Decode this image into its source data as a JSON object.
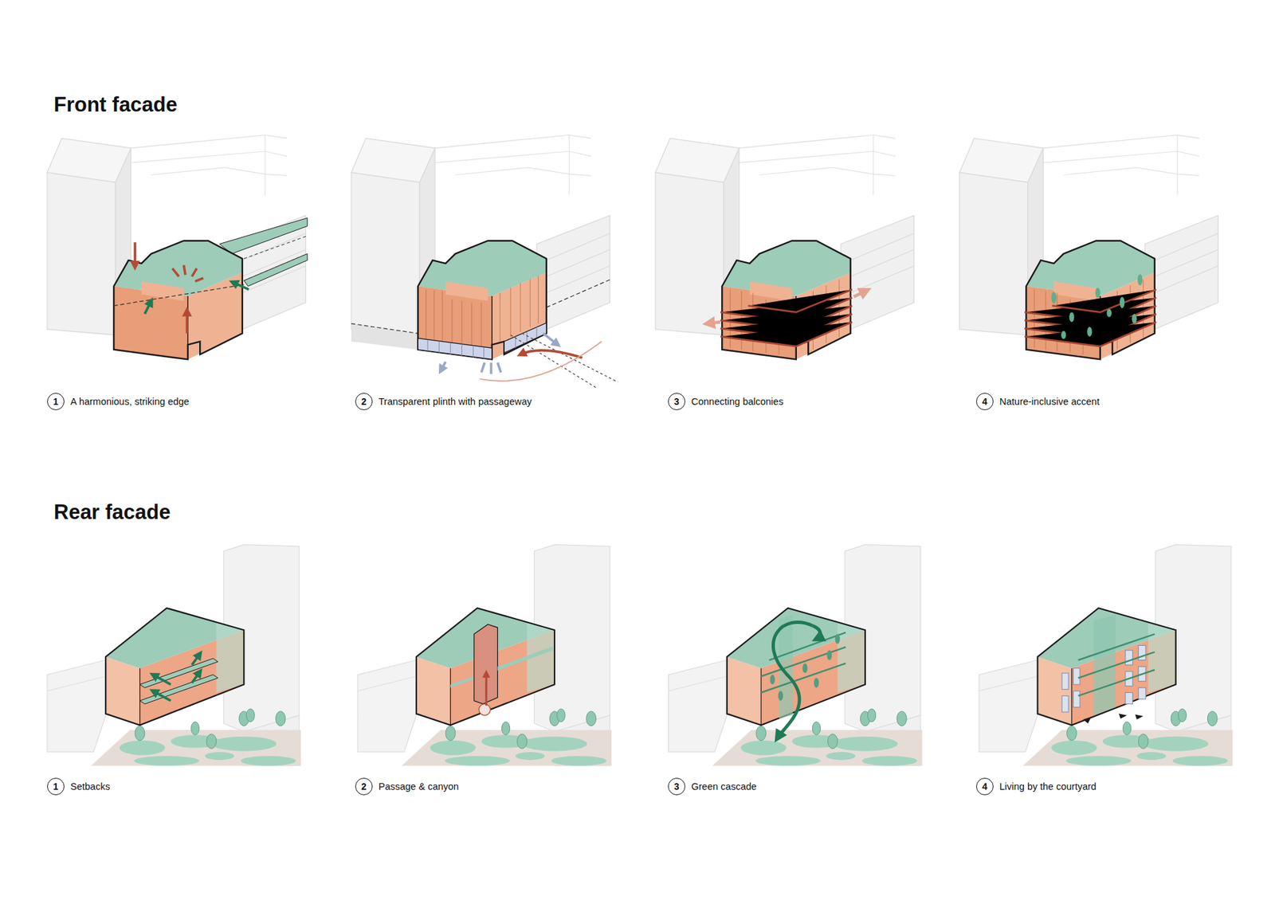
{
  "diagram": {
    "nodes": [
      {
        "text": [
          "1",
          "A harmonious, striking edge"
        ]
      },
      {
        "text": [
          "2",
          "Transparent plinth with passageway"
        ]
      },
      {
        "text": [
          "3",
          "Connecting balconies"
        ]
      },
      {
        "text": [
          "4",
          "Nature-inclusive accent"
        ]
      },
      {
        "text": [
          "1",
          "Setbacks"
        ]
      },
      {
        "text": [
          "2",
          "Passage & canyon"
        ]
      },
      {
        "text": [
          "3",
          "Green cascade"
        ]
      },
      {
        "text": [
          "4",
          "Living by the courtyard"
        ]
      }
    ],
    "labels": [
      "Front facade",
      "Rear facade"
    ]
  }
}
